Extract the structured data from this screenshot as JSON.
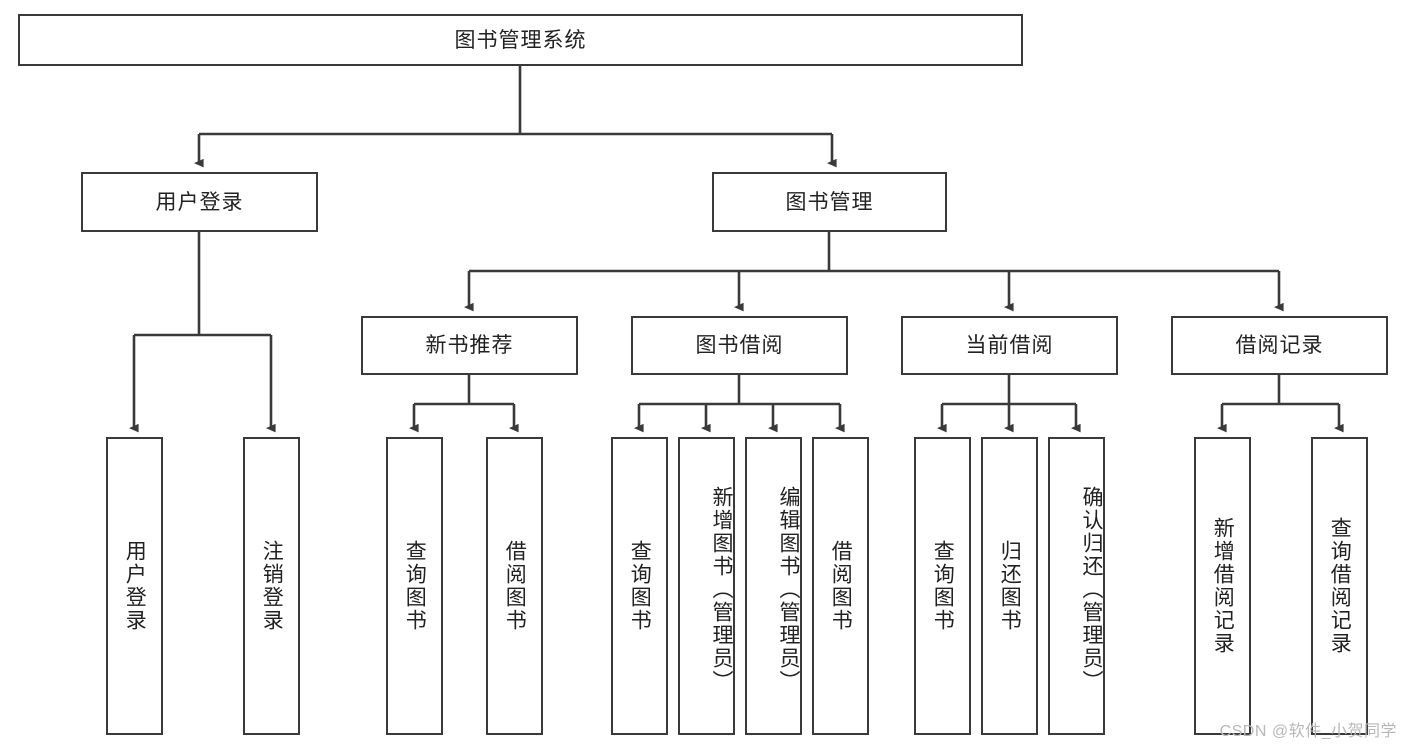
{
  "diagram": {
    "title": "图书管理系统",
    "type": "tree",
    "root": "图书管理系统",
    "level2": [
      {
        "label": "用户登录"
      },
      {
        "label": "图书管理"
      }
    ],
    "level3": [
      {
        "label": "新书推荐"
      },
      {
        "label": "图书借阅"
      },
      {
        "label": "当前借阅"
      },
      {
        "label": "借阅记录"
      }
    ],
    "leaves": {
      "user_login": [
        "用户登录",
        "注销登录"
      ],
      "new_book": [
        "查询图书",
        "借阅图书"
      ],
      "book_borrow": [
        "查询图书",
        "新增图书（管理员）",
        "编辑图书（管理员）",
        "借阅图书"
      ],
      "current_borrow": [
        "查询图书",
        "归还图书",
        "确认归还（管理员）"
      ],
      "borrow_record": [
        "新增借阅记录",
        "查询借阅记录"
      ]
    }
  },
  "watermark": {
    "text": "CSDN @软件_小贺同学"
  },
  "colors": {
    "stroke": "#3a3a3a",
    "text": "#222222",
    "background": "#ffffff",
    "watermark": "#b8b8b8"
  }
}
